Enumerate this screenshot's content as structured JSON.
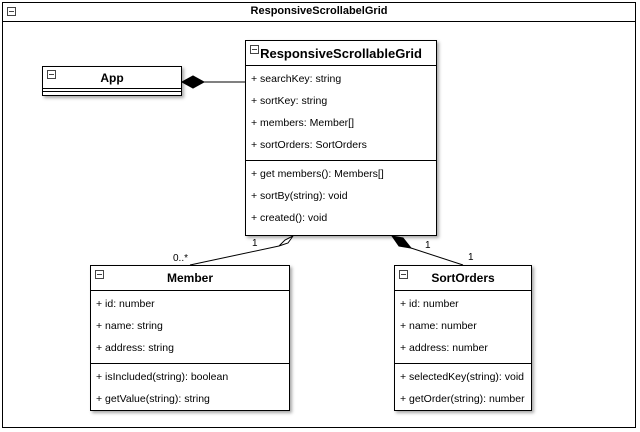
{
  "frame": {
    "title": "ResponsiveScrollabelGrid"
  },
  "classes": {
    "app": {
      "name": "App"
    },
    "grid": {
      "name": "ResponsiveScrollableGrid",
      "attributes": [
        "+ searchKey: string",
        "+ sortKey: string",
        "+ members: Member[]",
        "+ sortOrders: SortOrders"
      ],
      "methods": [
        "+ get members(): Members[]",
        "+ sortBy(string): void",
        "+ created(): void"
      ]
    },
    "member": {
      "name": "Member",
      "attributes": [
        "+ id: number",
        "+ name: string",
        "+ address: string"
      ],
      "methods": [
        "+ isIncluded(string): boolean",
        "+ getValue(string): string"
      ]
    },
    "sortorders": {
      "name": "SortOrders",
      "attributes": [
        "+ id: number",
        "+ name: number",
        "+ address: number"
      ],
      "methods": [
        "+ selectedKey(string): void",
        "+ getOrder(string): number"
      ]
    }
  },
  "edges": {
    "grid_member": {
      "source_mult": "1",
      "target_mult": "0..*"
    },
    "grid_sortorders": {
      "source_mult": "1",
      "target_mult": "1"
    }
  }
}
